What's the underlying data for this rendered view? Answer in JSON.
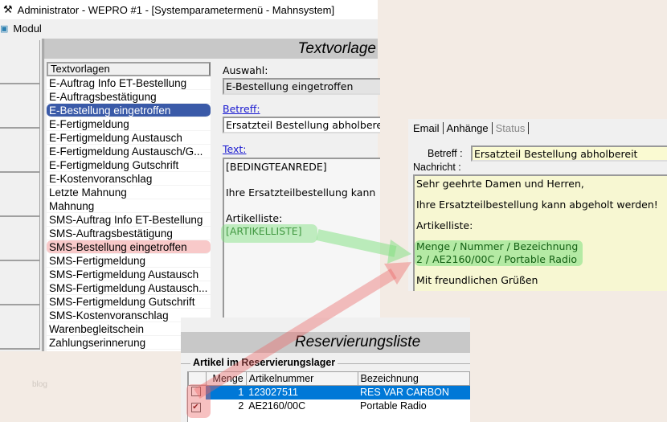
{
  "window": {
    "title": "Administrator - WEPRO #1 - [Systemparametermenü - Mahnsystem]",
    "menu": "Modul"
  },
  "panel": {
    "title": "Textvorlage",
    "list_header": "Textvorlagen",
    "items": [
      "E-Auftrag Info ET-Bestellung",
      "E-Auftragsbestätigung",
      "E-Bestellung eingetroffen",
      "E-Fertigmeldung",
      "E-Fertigmeldung Austausch",
      "E-Fertigmeldung Austausch/G...",
      "E-Fertigmeldung Gutschrift",
      "E-Kostenvoranschlag",
      "Letzte Mahnung",
      "Mahnung",
      "SMS-Auftrag Info ET-Bestellung",
      "SMS-Auftragsbestätigung",
      "SMS-Bestellung eingetroffen",
      "SMS-Fertigmeldung",
      "SMS-Fertigmeldung Austausch",
      "SMS-Fertigmeldung Austausch...",
      "SMS-Fertigmeldung Gutschrift",
      "SMS-Kostenvoranschlag",
      "Warenbegleitschein",
      "Zahlungserinnerung"
    ],
    "selected_index": 2,
    "form": {
      "auswahl_label": "Auswahl:",
      "auswahl_value": "E-Bestellung eingetroffen",
      "betreff_label": "Betreff:",
      "betreff_value": "Ersatzteil Bestellung abholbereit",
      "text_label": "Text:",
      "text_lines": [
        "[BEDINGTEANREDE]",
        "",
        "Ihre Ersatzteilbestellung kann",
        "",
        "Artikelliste:",
        "[ARTIKELLISTE]"
      ]
    }
  },
  "email": {
    "tabs": [
      "Email",
      "Anhänge",
      "Status"
    ],
    "betreff_label": "Betreff :",
    "betreff_value": "Ersatzteil Bestellung abholbereit",
    "nachricht_label": "Nachricht :",
    "lines": [
      "Sehr geehrte Damen und Herren,",
      "Ihre Ersatzteilbestellung kann abgeholt werden!",
      "Artikelliste:",
      "Menge / Nummer / Bezeichnung",
      "2 / AE2160/00C / Portable Radio",
      "Mit freundlichen Grüßen"
    ]
  },
  "reservierung": {
    "title": "Reservierungsliste",
    "group": "Artikel im Reservierungslager",
    "columns": [
      "Menge",
      "Artikelnummer",
      "Bezeichnung"
    ],
    "rows": [
      {
        "checked": false,
        "menge": "1",
        "nummer": "123027511",
        "bez": "RES VAR CARBON"
      },
      {
        "checked": true,
        "menge": "2",
        "nummer": "AE2160/00C",
        "bez": "Portable Radio"
      }
    ]
  },
  "watermark": "blog",
  "colors": {
    "selection": "#3a5aa8",
    "row_selection": "#0078d7",
    "highlight_green": "#7de07d",
    "highlight_red": "#eb6464"
  }
}
